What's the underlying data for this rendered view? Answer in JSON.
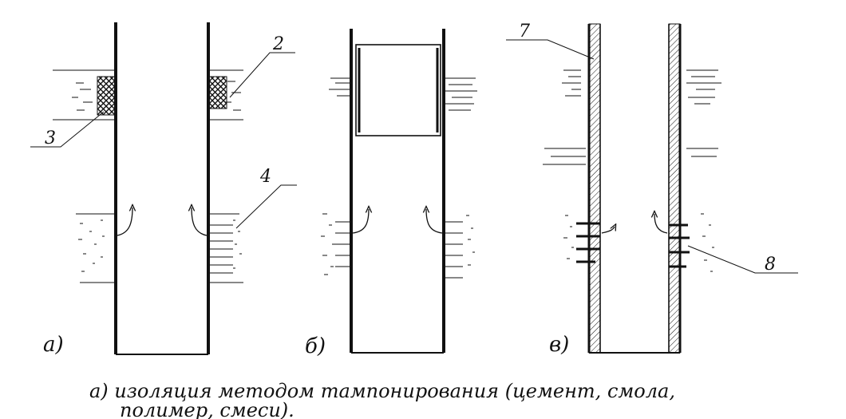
{
  "diagram": {
    "callouts": [
      "2",
      "3",
      "4",
      "7",
      "8"
    ],
    "panel_labels": [
      "а)",
      "б)",
      "в)"
    ],
    "caption_line1": "а) изоляция методом тампонирования (цемент, смола,",
    "caption_line2": "полимер, смеси)."
  },
  "colors": {
    "ink": "#111111",
    "paper": "#ffffff"
  }
}
